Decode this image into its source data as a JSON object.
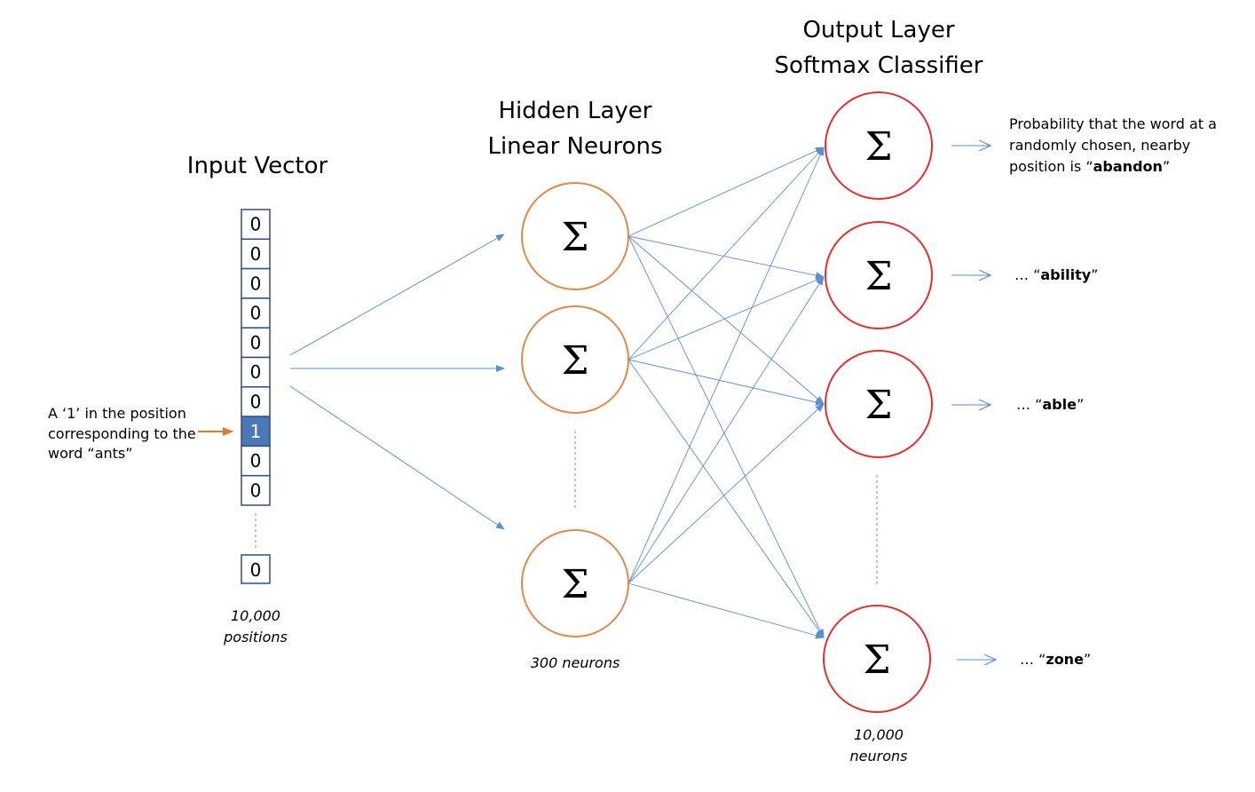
{
  "titles": {
    "input": "Input Vector",
    "hidden_line1": "Hidden Layer",
    "hidden_line2": "Linear Neurons",
    "output_line1": "Output Layer",
    "output_line2": "Softmax Classifier"
  },
  "input_vector": {
    "cells": [
      "0",
      "0",
      "0",
      "0",
      "0",
      "0",
      "0",
      "1",
      "0",
      "0"
    ],
    "highlight_index": 7,
    "last_cell": "0",
    "caption_line1": "10,000",
    "caption_line2": "positions"
  },
  "annotation": {
    "line1": "A ‘1’ in the position",
    "line2": "corresponding to the",
    "line3": "word “ants”"
  },
  "hidden_layer": {
    "symbol": "Σ",
    "caption": "300 neurons"
  },
  "output_layer": {
    "symbol": "Σ",
    "caption_line1": "10,000",
    "caption_line2": "neurons"
  },
  "output_labels": {
    "first_line1": "Probability that the word at a",
    "first_line2": "randomly chosen, nearby",
    "first_line3_prefix": "position is “",
    "first_word": "abandon",
    "first_suffix": "”",
    "ellipsis_prefix": "… “",
    "close_quote": "”",
    "words": [
      "ability",
      "able",
      "zone"
    ]
  },
  "colors": {
    "arrow_blue": "#5b8fd1",
    "cell_border": "#2f4f7f",
    "cell_highlight": "#4a78b8",
    "hidden_circle": "#e08a4a",
    "output_circle": "#e03030",
    "annotation_arrow": "#e07b2e"
  }
}
